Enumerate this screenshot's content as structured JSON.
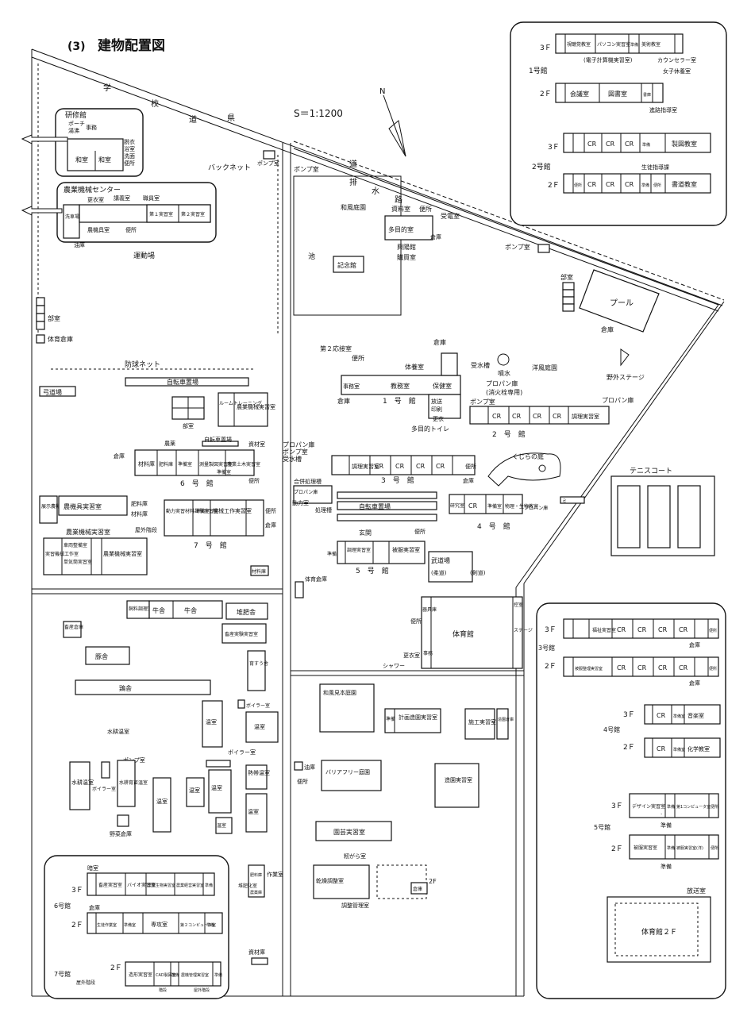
{
  "header": {
    "section": "(3)",
    "title": "建物配置図",
    "scale": "S＝1:1200",
    "north": "N"
  },
  "roads": [
    "学",
    "校",
    "道",
    "県",
    "道",
    "排",
    "水",
    "路"
  ],
  "labels": [
    {
      "t": "研修館"
    },
    {
      "t": "ポーチ"
    },
    {
      "t": "湯沸"
    },
    {
      "t": "事務"
    },
    {
      "t": "脱衣"
    },
    {
      "t": "浴室"
    },
    {
      "t": "洗面"
    },
    {
      "t": "便所"
    },
    {
      "t": "和室"
    },
    {
      "t": "和室"
    },
    {
      "t": "農業機械センター"
    },
    {
      "t": "更衣室"
    },
    {
      "t": "講義室"
    },
    {
      "t": "職員室"
    },
    {
      "t": "第１実習室"
    },
    {
      "t": "第２実習室"
    },
    {
      "t": "洗車場"
    },
    {
      "t": "農機具室"
    },
    {
      "t": "便所"
    },
    {
      "t": "油庫"
    },
    {
      "t": "運動場"
    },
    {
      "t": "バックネット"
    },
    {
      "t": "ポンプ室"
    },
    {
      "t": "ポンプ室"
    },
    {
      "t": "部室"
    },
    {
      "t": "体育倉庫"
    },
    {
      "t": "防球ネット"
    },
    {
      "t": "自転車置場"
    },
    {
      "t": "弓道場"
    },
    {
      "t": "和風庭園"
    },
    {
      "t": "池"
    },
    {
      "t": "記念館"
    },
    {
      "t": "資料室"
    },
    {
      "t": "便所"
    },
    {
      "t": "受電室"
    },
    {
      "t": "多目的室"
    },
    {
      "t": "倉庫"
    },
    {
      "t": "興陽館"
    },
    {
      "t": "購買室"
    },
    {
      "t": "ポンプ室"
    },
    {
      "t": "部室"
    },
    {
      "t": "プール"
    },
    {
      "t": "倉庫"
    },
    {
      "t": "第２応接室"
    },
    {
      "t": "便所"
    },
    {
      "t": "倉庫"
    },
    {
      "t": "体養室"
    },
    {
      "t": "受水槽"
    },
    {
      "t": "噴水"
    },
    {
      "t": "洋風庭園"
    },
    {
      "t": "野外ステージ"
    },
    {
      "t": "プロパン庫"
    },
    {
      "t": "(消火栓専用)"
    },
    {
      "t": "ポンプ室"
    },
    {
      "t": "プロパン庫"
    },
    {
      "t": "事務室"
    },
    {
      "t": "教務室"
    },
    {
      "t": "保健室"
    },
    {
      "t": "1　号　館"
    },
    {
      "t": "倉庫"
    },
    {
      "t": "放送"
    },
    {
      "t": "印刷"
    },
    {
      "t": "更衣"
    },
    {
      "t": "多目的トイレ"
    },
    {
      "t": "CR"
    },
    {
      "t": "CR"
    },
    {
      "t": "CR"
    },
    {
      "t": "CR"
    },
    {
      "t": "調理実習室"
    },
    {
      "t": "2　号　館"
    },
    {
      "t": "ルームトレーニング"
    },
    {
      "t": "農業機械実習室"
    },
    {
      "t": "部室"
    },
    {
      "t": "自転車置場"
    },
    {
      "t": "資材室"
    },
    {
      "t": "農薬"
    },
    {
      "t": "倉庫"
    },
    {
      "t": "材料庫"
    },
    {
      "t": "肥料庫"
    },
    {
      "t": "準備室"
    },
    {
      "t": "測量製図実習室"
    },
    {
      "t": "準備室"
    },
    {
      "t": "農業土木実習室"
    },
    {
      "t": "便所"
    },
    {
      "t": "6　号　館"
    },
    {
      "t": "プロパン庫"
    },
    {
      "t": "ポンプ室"
    },
    {
      "t": "受水槽"
    },
    {
      "t": "調理実習室"
    },
    {
      "t": "CR"
    },
    {
      "t": "CR"
    },
    {
      "t": "CR"
    },
    {
      "t": "CR"
    },
    {
      "t": "便所"
    },
    {
      "t": "3　号　館"
    },
    {
      "t": "倉庫"
    },
    {
      "t": "くじらの庭"
    },
    {
      "t": "テニスコート"
    },
    {
      "t": "合併処理槽"
    },
    {
      "t": "プロパン庫"
    },
    {
      "t": "動力室"
    },
    {
      "t": "処理槽"
    },
    {
      "t": "自転車置場"
    },
    {
      "t": "研究室"
    },
    {
      "t": "CR"
    },
    {
      "t": "準備室"
    },
    {
      "t": "物理・生物教室"
    },
    {
      "t": "プロパン庫"
    },
    {
      "t": "ミ"
    },
    {
      "t": "4　号　館"
    },
    {
      "t": "展示農機具室"
    },
    {
      "t": "農機具実習室"
    },
    {
      "t": "肥料庫"
    },
    {
      "t": "材料庫"
    },
    {
      "t": "動力実習材料試験実習室"
    },
    {
      "t": "準備室"
    },
    {
      "t": "機械工作実習室"
    },
    {
      "t": "便所"
    },
    {
      "t": "倉庫"
    },
    {
      "t": "屋外階段"
    },
    {
      "t": "7　号　館"
    },
    {
      "t": "農業機械実習室"
    },
    {
      "t": "実習機械工作室"
    },
    {
      "t": "車両整備室"
    },
    {
      "t": "単気筒実習室"
    },
    {
      "t": "農業機械実習室"
    },
    {
      "t": "材料庫"
    },
    {
      "t": "玄関"
    },
    {
      "t": "便所"
    },
    {
      "t": "準備"
    },
    {
      "t": "調理実習室"
    },
    {
      "t": "被服実習室"
    },
    {
      "t": "5　号　館"
    },
    {
      "t": "武道場"
    },
    {
      "t": "(柔道)"
    },
    {
      "t": "(剣道)"
    },
    {
      "t": "体育倉庫"
    },
    {
      "t": "飼料調理室"
    },
    {
      "t": "牛舎"
    },
    {
      "t": "牛舎"
    },
    {
      "t": "堆肥舎"
    },
    {
      "t": "畜産倉庫"
    },
    {
      "t": "畜産実験実習室"
    },
    {
      "t": "豚舎"
    },
    {
      "t": "育すう舎"
    },
    {
      "t": "鶏舎"
    },
    {
      "t": "ボイラー室"
    },
    {
      "t": "温室"
    },
    {
      "t": "温室"
    },
    {
      "t": "器具庫"
    },
    {
      "t": "便所"
    },
    {
      "t": "体育館"
    },
    {
      "t": "控室"
    },
    {
      "t": "ステージ"
    },
    {
      "t": "更衣室"
    },
    {
      "t": "シャワー"
    },
    {
      "t": "事務"
    },
    {
      "t": "和風見本庭園"
    },
    {
      "t": "準備"
    },
    {
      "t": "計画造園実習室"
    },
    {
      "t": "施工実習室"
    },
    {
      "t": "造園倉庫"
    },
    {
      "t": "油庫"
    },
    {
      "t": "便所"
    },
    {
      "t": "バリアフリー庭園"
    },
    {
      "t": "造園実習室"
    },
    {
      "t": "園芸実習室"
    },
    {
      "t": "籾がら室"
    },
    {
      "t": "乾燥調整室"
    },
    {
      "t": "2F"
    },
    {
      "t": "倉庫"
    },
    {
      "t": "調整管理室"
    },
    {
      "t": "水耕温室"
    },
    {
      "t": "ポンプ室"
    },
    {
      "t": "ボイラー室"
    },
    {
      "t": "水耕温室"
    },
    {
      "t": "水耕育苗温室"
    },
    {
      "t": "温室"
    },
    {
      "t": "ボイラー室"
    },
    {
      "t": "温室"
    },
    {
      "t": "温室"
    },
    {
      "t": "熱帯温室"
    },
    {
      "t": "温室"
    },
    {
      "t": "温室"
    },
    {
      "t": "野菜倉庫"
    },
    {
      "t": "作業室"
    },
    {
      "t": "肥料庫"
    },
    {
      "t": "堆肥化室"
    },
    {
      "t": "農薬庫"
    },
    {
      "t": "資材庫"
    }
  ],
  "inset_top": {
    "floors": [
      "3Ｆ",
      "1号館",
      "2Ｆ",
      "3Ｆ",
      "2号館",
      "2Ｆ"
    ],
    "labels": [
      "視聴覚教室",
      "パソコン実習室",
      "準備",
      "美術教室",
      "(電子計算機実習室)",
      "カウンセラー室",
      "女子休養室",
      "会議室",
      "図書室",
      "書庫",
      "進路指導室",
      "生徒指導課",
      "CR",
      "CR",
      "CR",
      "準備",
      "製図教室",
      "CR",
      "CR",
      "CR",
      "書道教室",
      "便所",
      "準備",
      "便所"
    ]
  },
  "inset_right": {
    "floors": [
      "3Ｆ",
      "3号館",
      "2Ｆ",
      "3Ｆ",
      "4号館",
      "2Ｆ",
      "3Ｆ",
      "5号館",
      "2Ｆ"
    ],
    "labels": [
      "福祉実習室",
      "CR",
      "CR",
      "CR",
      "CR",
      "便所",
      "倉庫",
      "被服整理実習室",
      "CR",
      "CR",
      "CR",
      "CR",
      "便所",
      "倉庫",
      "CR",
      "準備室",
      "音楽室",
      "CR",
      "準備室",
      "化学教室",
      "デザイン実習室",
      "準備",
      "第1コンピュータ室",
      "便所",
      "準備",
      "被服実習室",
      "準備",
      "被服実習室(洋)",
      "便所",
      "準備",
      "放送室",
      "体育館２Ｆ",
      "準備"
    ]
  },
  "inset_bottom": {
    "floors": [
      "3Ｆ",
      "6号館",
      "2Ｆ",
      "2Ｆ",
      "7号館"
    ],
    "labels": [
      "暗室",
      "畜産実習室",
      "バイオ実習室",
      "農業生物実習室",
      "農業経営実習室",
      "準備",
      "倉庫",
      "生徒作業室",
      "準備室",
      "専攻室",
      "第２コンピュータ室",
      "準備",
      "屋外階段",
      "造形実習室",
      "CAD製図室",
      "準備",
      "農機管理実習室",
      "準備",
      "階段",
      "屋外階段"
    ]
  }
}
